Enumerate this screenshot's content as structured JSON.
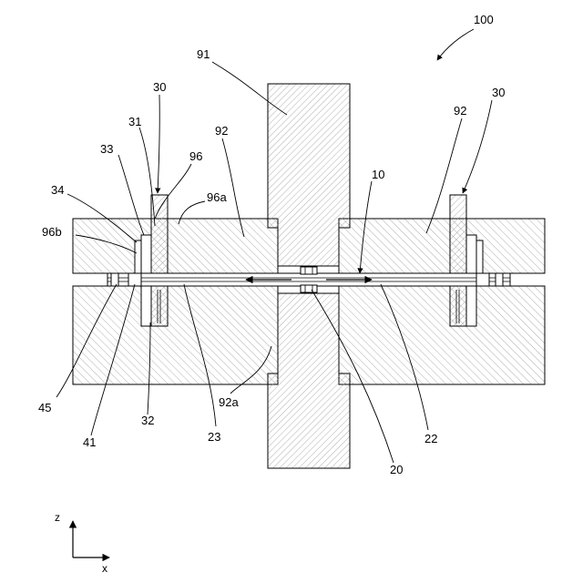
{
  "figure": {
    "labels": {
      "device": "100",
      "wall": "91",
      "block_left": "92",
      "block_right": "92",
      "bracket_left": "30",
      "bracket_right": "30",
      "part_31": "31",
      "part_33": "33",
      "part_34": "34",
      "part_96": "96",
      "part_96a": "96a",
      "part_96b": "96b",
      "assembly_10": "10",
      "part_45": "45",
      "part_41": "41",
      "part_32": "32",
      "part_23": "23",
      "part_92a": "92a",
      "part_20": "20",
      "part_22": "22"
    },
    "axes": {
      "z": "z",
      "x": "x"
    }
  }
}
